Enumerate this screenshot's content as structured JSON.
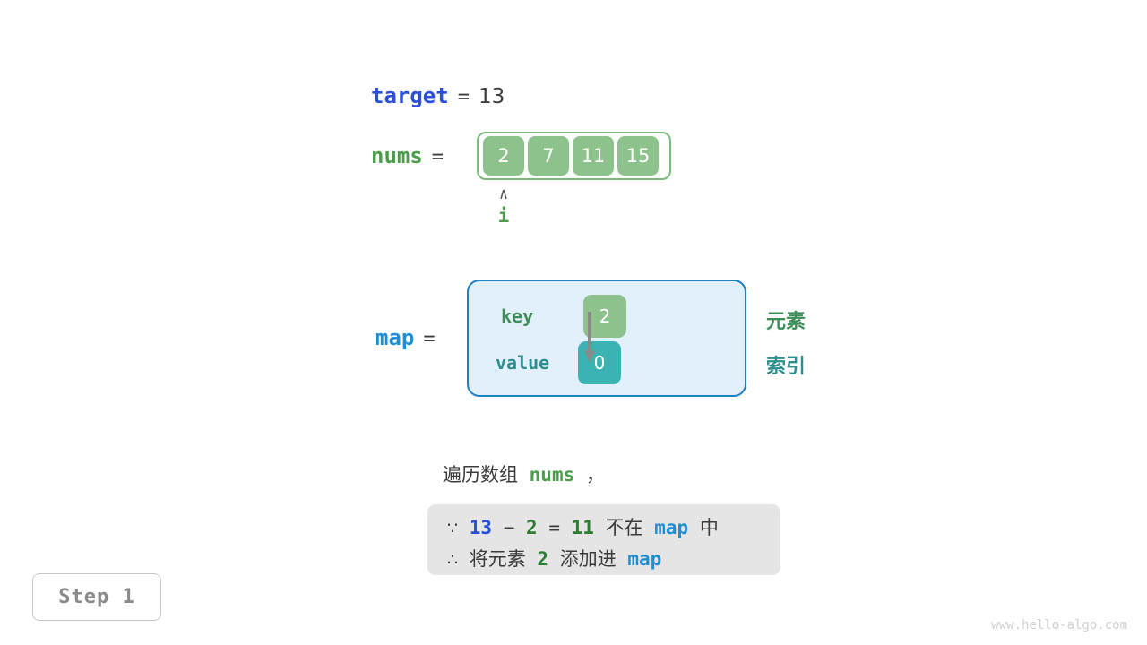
{
  "variables": {
    "target": {
      "name": "target",
      "eq": "=",
      "value": "13"
    },
    "nums": {
      "name": "nums",
      "eq": "=",
      "values": [
        "2",
        "7",
        "11",
        "15"
      ]
    },
    "map": {
      "name": "map",
      "eq": "="
    }
  },
  "pointer": {
    "caret": "∧",
    "label": "i"
  },
  "map_table": {
    "key_label": "key",
    "value_label": "value",
    "key_cell": "2",
    "value_cell": "0"
  },
  "legend": {
    "element": "元素",
    "index": "索引"
  },
  "caption": {
    "text_before": "遍历数组",
    "code": "nums",
    "text_after": "，"
  },
  "note": {
    "line1": {
      "symbol": "∵",
      "a": "13",
      "minus": "−",
      "b": "2",
      "equals": "=",
      "result": "11",
      "mid": "不在",
      "map": "map",
      "end": "中"
    },
    "line2": {
      "symbol": "∴",
      "text_a": "将元素",
      "value": "2",
      "text_b": "添加进",
      "map": "map"
    }
  },
  "step": {
    "label": "Step 1"
  },
  "watermark": {
    "text": "www.hello-algo.com"
  },
  "colors": {
    "green": "#4A9E4A",
    "cell_green": "#8DC28D",
    "teal": "#3BB3B3",
    "blue": "#1E8FD5",
    "royal_blue": "#2B4FD8",
    "note_bg": "#E5E5E5",
    "map_bg": "#E2F0FB",
    "map_border": "#1E7FC4"
  }
}
